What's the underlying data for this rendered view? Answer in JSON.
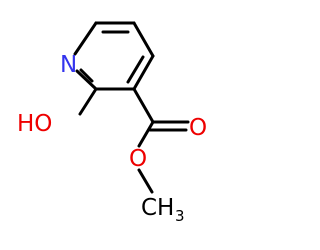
{
  "molecule": {
    "atoms": {
      "nitrogen": {
        "symbol": "N",
        "color": "#3333ee"
      },
      "hydroxyl": {
        "symbol": "HO",
        "color": "#ee0000"
      },
      "carbonyl_oxygen": {
        "symbol": "O",
        "color": "#ee0000"
      },
      "ester_oxygen": {
        "symbol": "O",
        "color": "#ee0000"
      },
      "methyl": {
        "symbol": "CH",
        "subscript": "3",
        "color": "#000000"
      }
    },
    "bond_color": "#000000"
  }
}
